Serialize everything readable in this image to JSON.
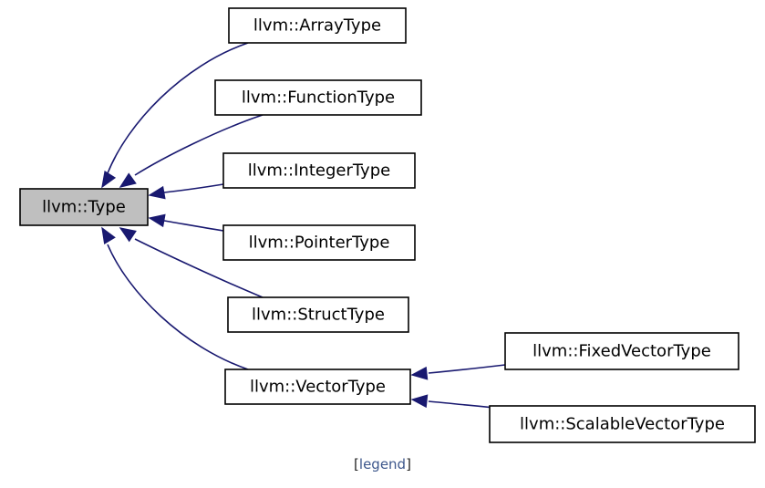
{
  "colors": {
    "edge": "#191970",
    "root_fill": "#bfbfbf",
    "node_fill": "#ffffff",
    "link": "#3d578c"
  },
  "diagram": {
    "nodes": [
      {
        "id": "type",
        "label": "llvm::Type",
        "root": true
      },
      {
        "id": "array",
        "label": "llvm::ArrayType"
      },
      {
        "id": "function",
        "label": "llvm::FunctionType"
      },
      {
        "id": "integer",
        "label": "llvm::IntegerType"
      },
      {
        "id": "pointer",
        "label": "llvm::PointerType"
      },
      {
        "id": "struct",
        "label": "llvm::StructType"
      },
      {
        "id": "vector",
        "label": "llvm::VectorType"
      },
      {
        "id": "fixedvector",
        "label": "llvm::FixedVectorType"
      },
      {
        "id": "scalablevector",
        "label": "llvm::ScalableVectorType"
      }
    ],
    "edges": [
      {
        "from": "array",
        "to": "type"
      },
      {
        "from": "function",
        "to": "type"
      },
      {
        "from": "integer",
        "to": "type"
      },
      {
        "from": "pointer",
        "to": "type"
      },
      {
        "from": "struct",
        "to": "type"
      },
      {
        "from": "vector",
        "to": "type"
      },
      {
        "from": "fixedvector",
        "to": "vector"
      },
      {
        "from": "scalablevector",
        "to": "vector"
      }
    ]
  },
  "legend": {
    "open": "[",
    "link_label": "legend",
    "close": "]"
  }
}
